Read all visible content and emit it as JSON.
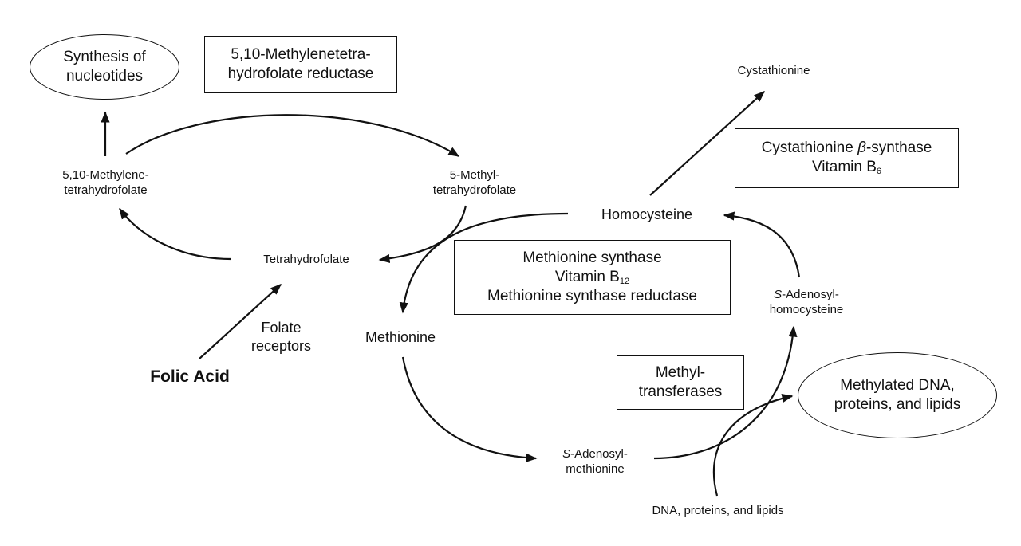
{
  "nodes": {
    "synthesis_nucleotides": [
      "Synthesis of",
      "nucleotides"
    ],
    "mthfr": [
      "5,10-Methylenetetra-",
      "hydrofolate reductase"
    ],
    "cystathionine": "Cystathionine",
    "cbs": {
      "line1_pre": "Cystathionine ",
      "line1_beta": "β",
      "line1_post": "-synthase",
      "line2": "Vitamin B",
      "line2_sub": "6"
    },
    "methylene_thf": [
      "5,10-Methylene-",
      "tetrahydrofolate"
    ],
    "methyl_thf": [
      "5-Methyl-",
      "tetrahydrofolate"
    ],
    "homocysteine": "Homocysteine",
    "thf": "Tetrahydrofolate",
    "ms": {
      "line1": "Methionine synthase",
      "line2": "Vitamin B",
      "line2_sub": "12",
      "line3": "Methionine synthase reductase"
    },
    "sah": {
      "prefix": "S",
      "line1": "-Adenosyl-",
      "line2": "homocysteine"
    },
    "folate_receptors": [
      "Folate",
      "receptors"
    ],
    "methionine": "Methionine",
    "folic_acid": "Folic Acid",
    "methyltransferases": [
      "Methyl-",
      "transferases"
    ],
    "methylated": [
      "Methylated DNA,",
      "proteins, and lipids"
    ],
    "sam": {
      "prefix": "S",
      "line1": "-Adenosyl-",
      "line2": "methionine"
    },
    "dna": "DNA, proteins, and lipids"
  }
}
